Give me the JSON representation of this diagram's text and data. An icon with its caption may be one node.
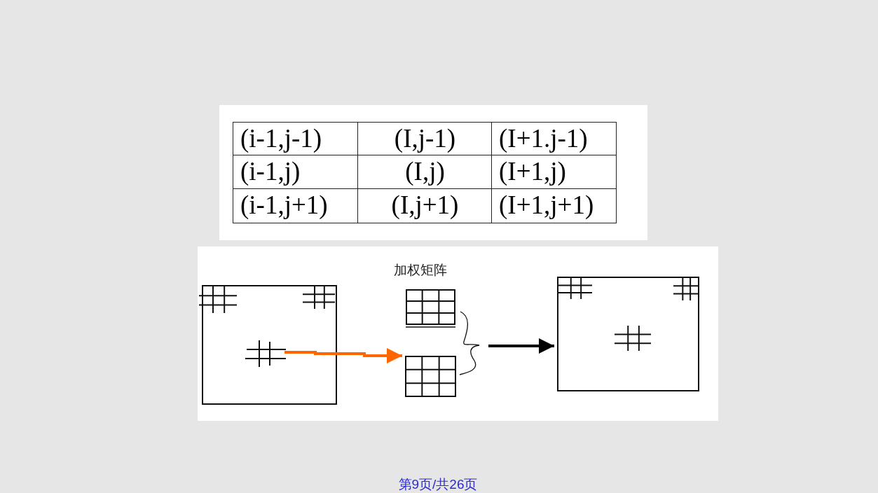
{
  "diagram": {
    "nodes": [
      {
        "text": [],
        "shape": "box"
      },
      {
        "text": [],
        "shape": "grid",
        "in": 0
      },
      {
        "text": [],
        "shape": "grid"
      },
      {
        "text": [],
        "shape": "grid"
      },
      {
        "text": [],
        "shape": "box"
      }
    ],
    "edges": [
      {
        "from": 1,
        "to": 3,
        "arrow": "to",
        "color": "#ff6600"
      },
      {
        "from": null,
        "to": 4,
        "arrow": "to",
        "color": "#000000"
      }
    ],
    "labels": [
      "(i-1,j-1)",
      "(I,j-1)",
      "(I+1.j-1)",
      "(i-1,j)",
      "(I,j)",
      "(I+1,j)",
      "(i-1,j+1)",
      "(I,j+1)",
      "(I+1,j+1)",
      "加权矩阵",
      "第9页/共26页"
    ]
  }
}
